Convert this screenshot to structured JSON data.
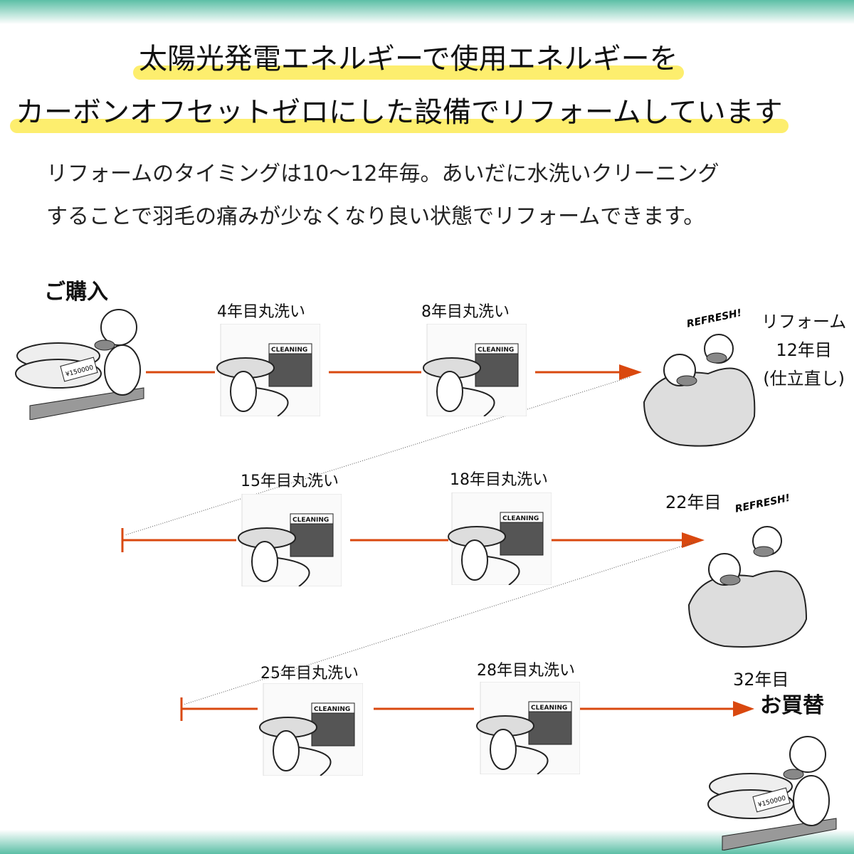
{
  "headline": {
    "line1": "太陽光発電エネルギーで使用エネルギーを",
    "line2": "カーボンオフセットゼロにした設備でリフォームしています"
  },
  "intro": {
    "line1": "リフォームのタイミングは10〜12年毎。あいだに水洗いクリーニング",
    "line2": "することで羽毛の痛みが少なくなり良い状態でリフォームできます。"
  },
  "steps": {
    "purchase": "ご購入",
    "wash4": "4年目丸洗い",
    "wash8": "8年目丸洗い",
    "reform12_a": "リフォーム",
    "reform12_b": "12年目",
    "reform12_c": "(仕立直し)",
    "wash15": "15年目丸洗い",
    "wash18": "18年目丸洗い",
    "reform22": "22年目",
    "wash25": "25年目丸洗い",
    "wash28": "28年目丸洗い",
    "replace_year": "32年目",
    "replace": "お買替"
  },
  "illustration_text": {
    "cleaning": "CLEANING",
    "refresh": "REFRESH!",
    "price": "¥150000"
  },
  "colors": {
    "arrow": "#d9480f",
    "highlight": "#fdee6e",
    "band": "#5cbfa6"
  }
}
